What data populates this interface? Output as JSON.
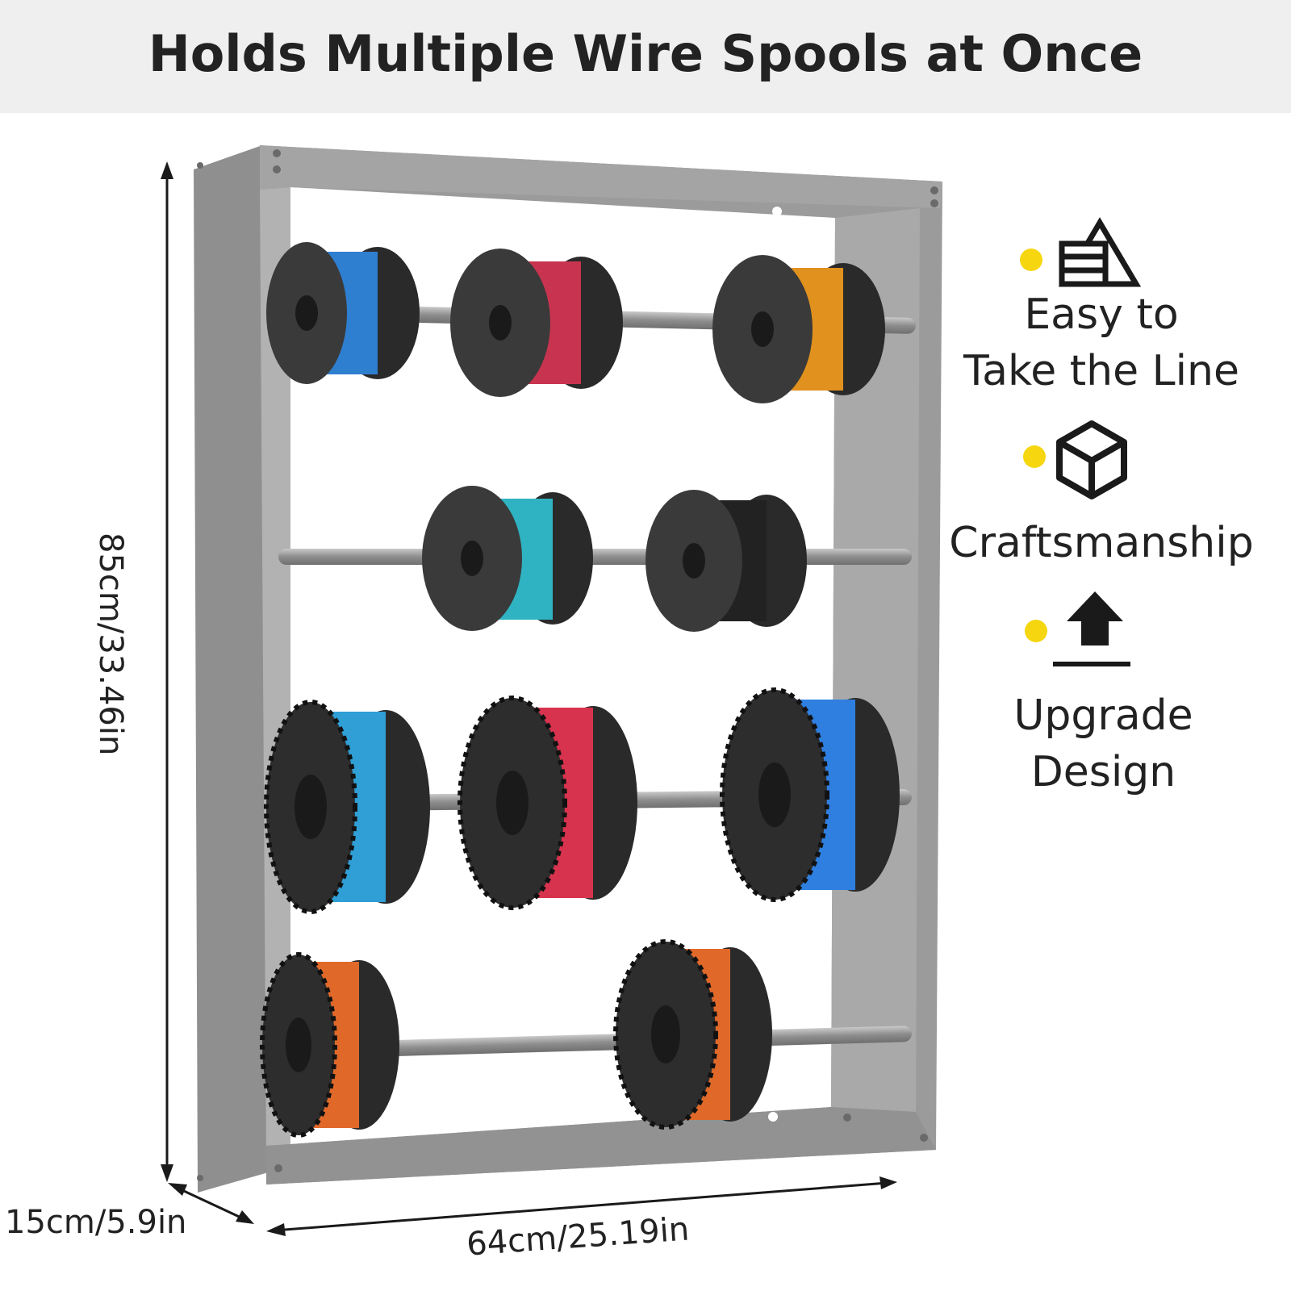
{
  "banner": {
    "title": "Holds Multiple Wire Spools at Once",
    "background": "#efefef"
  },
  "features": [
    {
      "icon": "cards-warning-icon",
      "line1": "Easy to",
      "line2": "Take the Line"
    },
    {
      "icon": "cube-icon",
      "line1": "Craftsmanship"
    },
    {
      "icon": "upload-arrow-icon",
      "line1": "Upgrade Design"
    }
  ],
  "accent_color": "#f5d60f",
  "dimensions": {
    "height": "85cm/33.46in",
    "depth": "15cm/5.9in",
    "width": "64cm/25.19in"
  },
  "spool_colors": {
    "row1": [
      "#2f7fd0",
      "#c8344f",
      "#e0911e"
    ],
    "row2": [
      "#2fb3c2",
      "#222222"
    ],
    "row3": [
      "#2f9fd6",
      "#d8334e",
      "#2f7fe0"
    ],
    "row4": [
      "#e0692a",
      "#e0692a"
    ]
  }
}
